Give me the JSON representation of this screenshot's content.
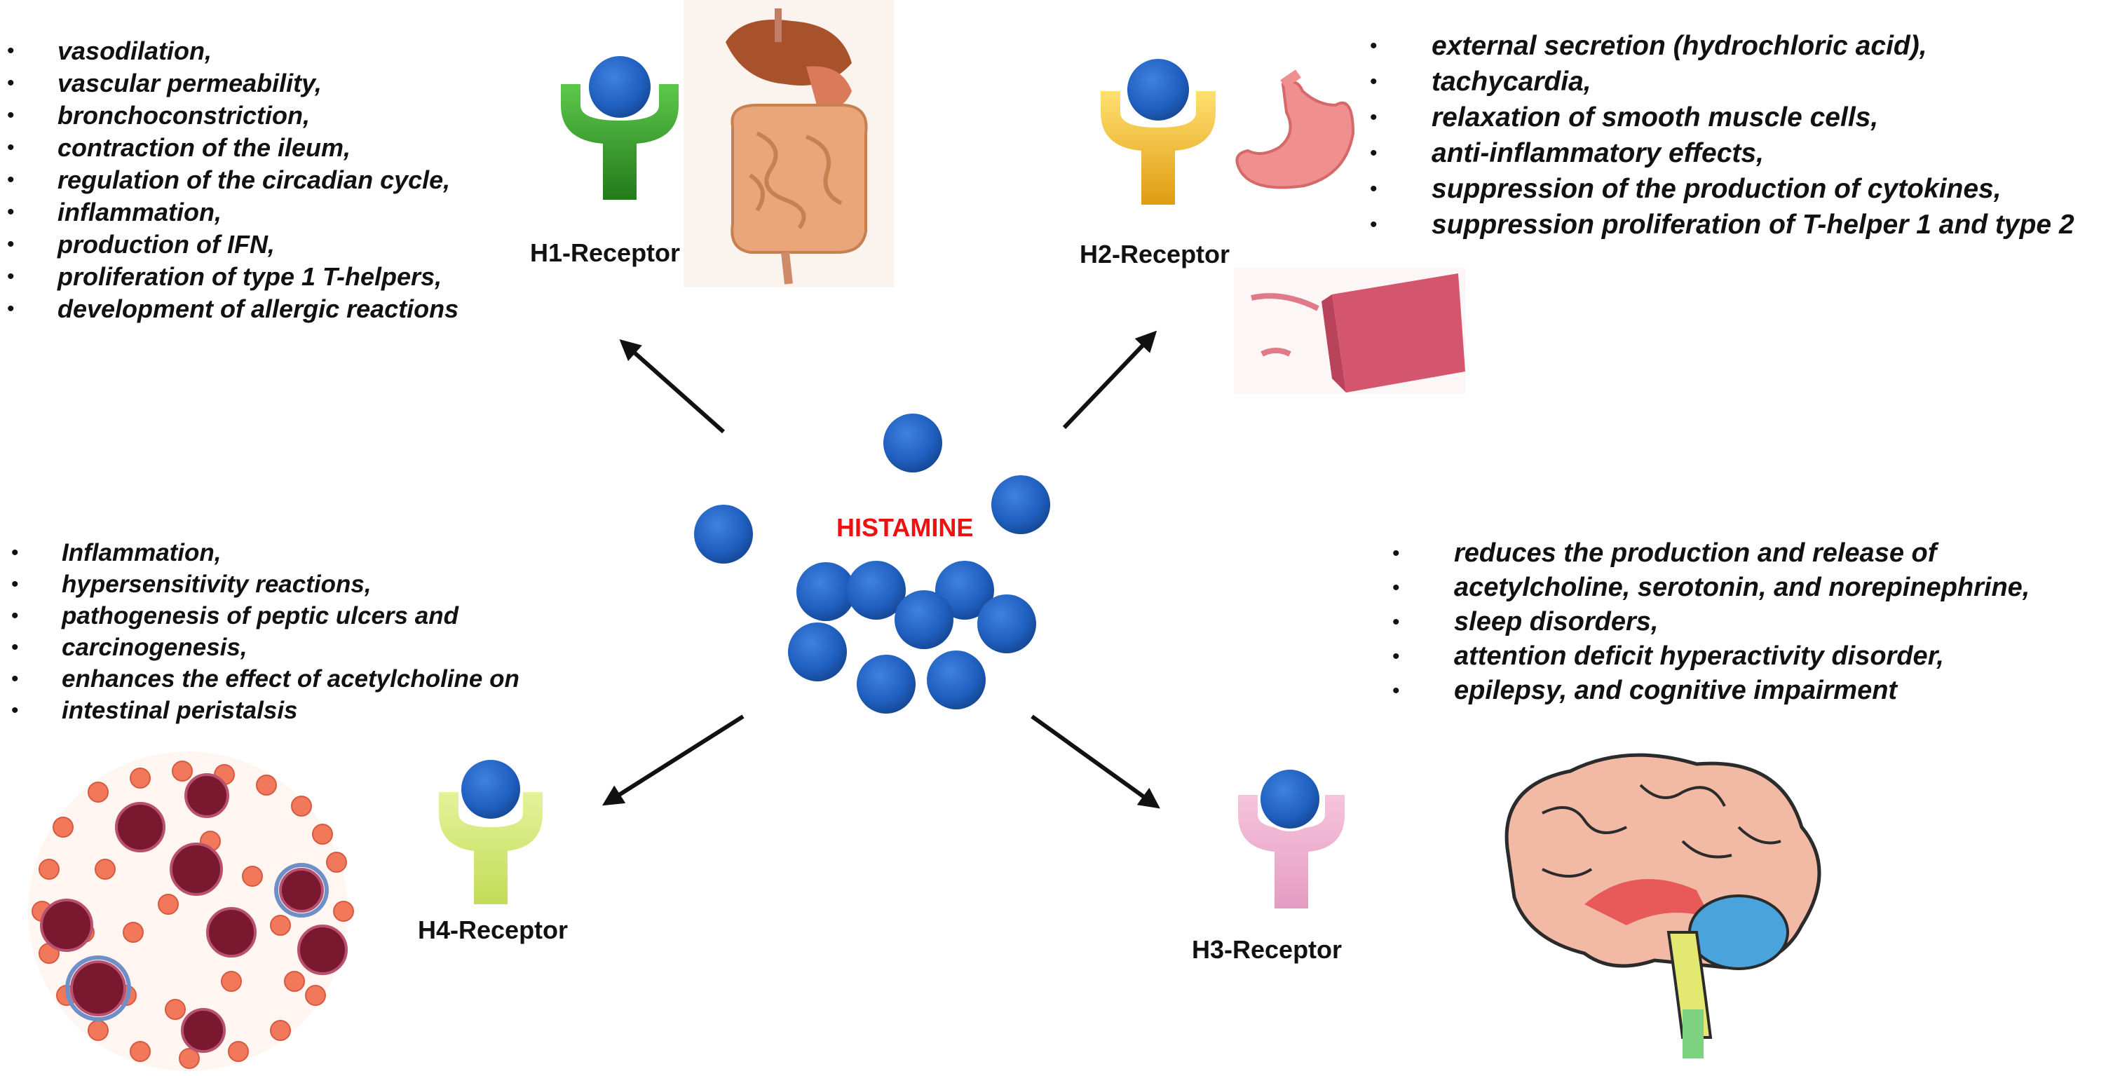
{
  "center": {
    "title": "HISTAMINE",
    "molecule_color": "#1f5fbf"
  },
  "receptors": {
    "h1": {
      "label": "H1-Receptor",
      "color": "#35a52c",
      "organ_icon": "digestive-system-icon",
      "effects": [
        "vasodilation,",
        "vascular permeability,",
        "bronchoconstriction,",
        "contraction of the ileum,",
        "regulation of the circadian cycle,",
        "inflammation,",
        "production of IFN,",
        "proliferation of type 1 T-helpers,",
        "development of allergic reactions"
      ]
    },
    "h2": {
      "label": "H2-Receptor",
      "color": "#f2b21a",
      "organ_icon": "stomach-icon",
      "tissue_icon": "smooth-muscle-icon",
      "effects": [
        "external secretion (hydrochloric acid),",
        "tachycardia,",
        "relaxation of smooth muscle cells,",
        "anti-inflammatory effects,",
        "suppression of the production of cytokines,",
        "suppression proliferation of T-helper 1 and type 2"
      ]
    },
    "h3": {
      "label": "H3-Receptor",
      "color": "#e8a6cc",
      "organ_icon": "brain-icon",
      "effects": [
        "reduces the production and release of",
        "acetylcholine, serotonin, and norepinephrine,",
        "sleep disorders,",
        "attention deficit hyperactivity disorder,",
        "epilepsy, and cognitive impairment"
      ]
    },
    "h4": {
      "label": "H4-Receptor",
      "color": "#d4e873",
      "organ_icon": "blood-cells-icon",
      "effects": [
        "Inflammation,",
        "hypersensitivity reactions,",
        "pathogenesis of peptic ulcers and",
        "carcinogenesis,",
        "enhances the effect of acetylcholine on",
        "intestinal peristalsis"
      ]
    }
  },
  "icon_colors": {
    "stomach": "#f08f8f",
    "muscle": "#d4566e",
    "brain": "#f2b9a5",
    "cerebellum": "#4aa3dc",
    "red_cell": "#f2785c",
    "nucleus": "#7a1830",
    "intestine": "#e8a67a",
    "liver": "#a8522b"
  }
}
